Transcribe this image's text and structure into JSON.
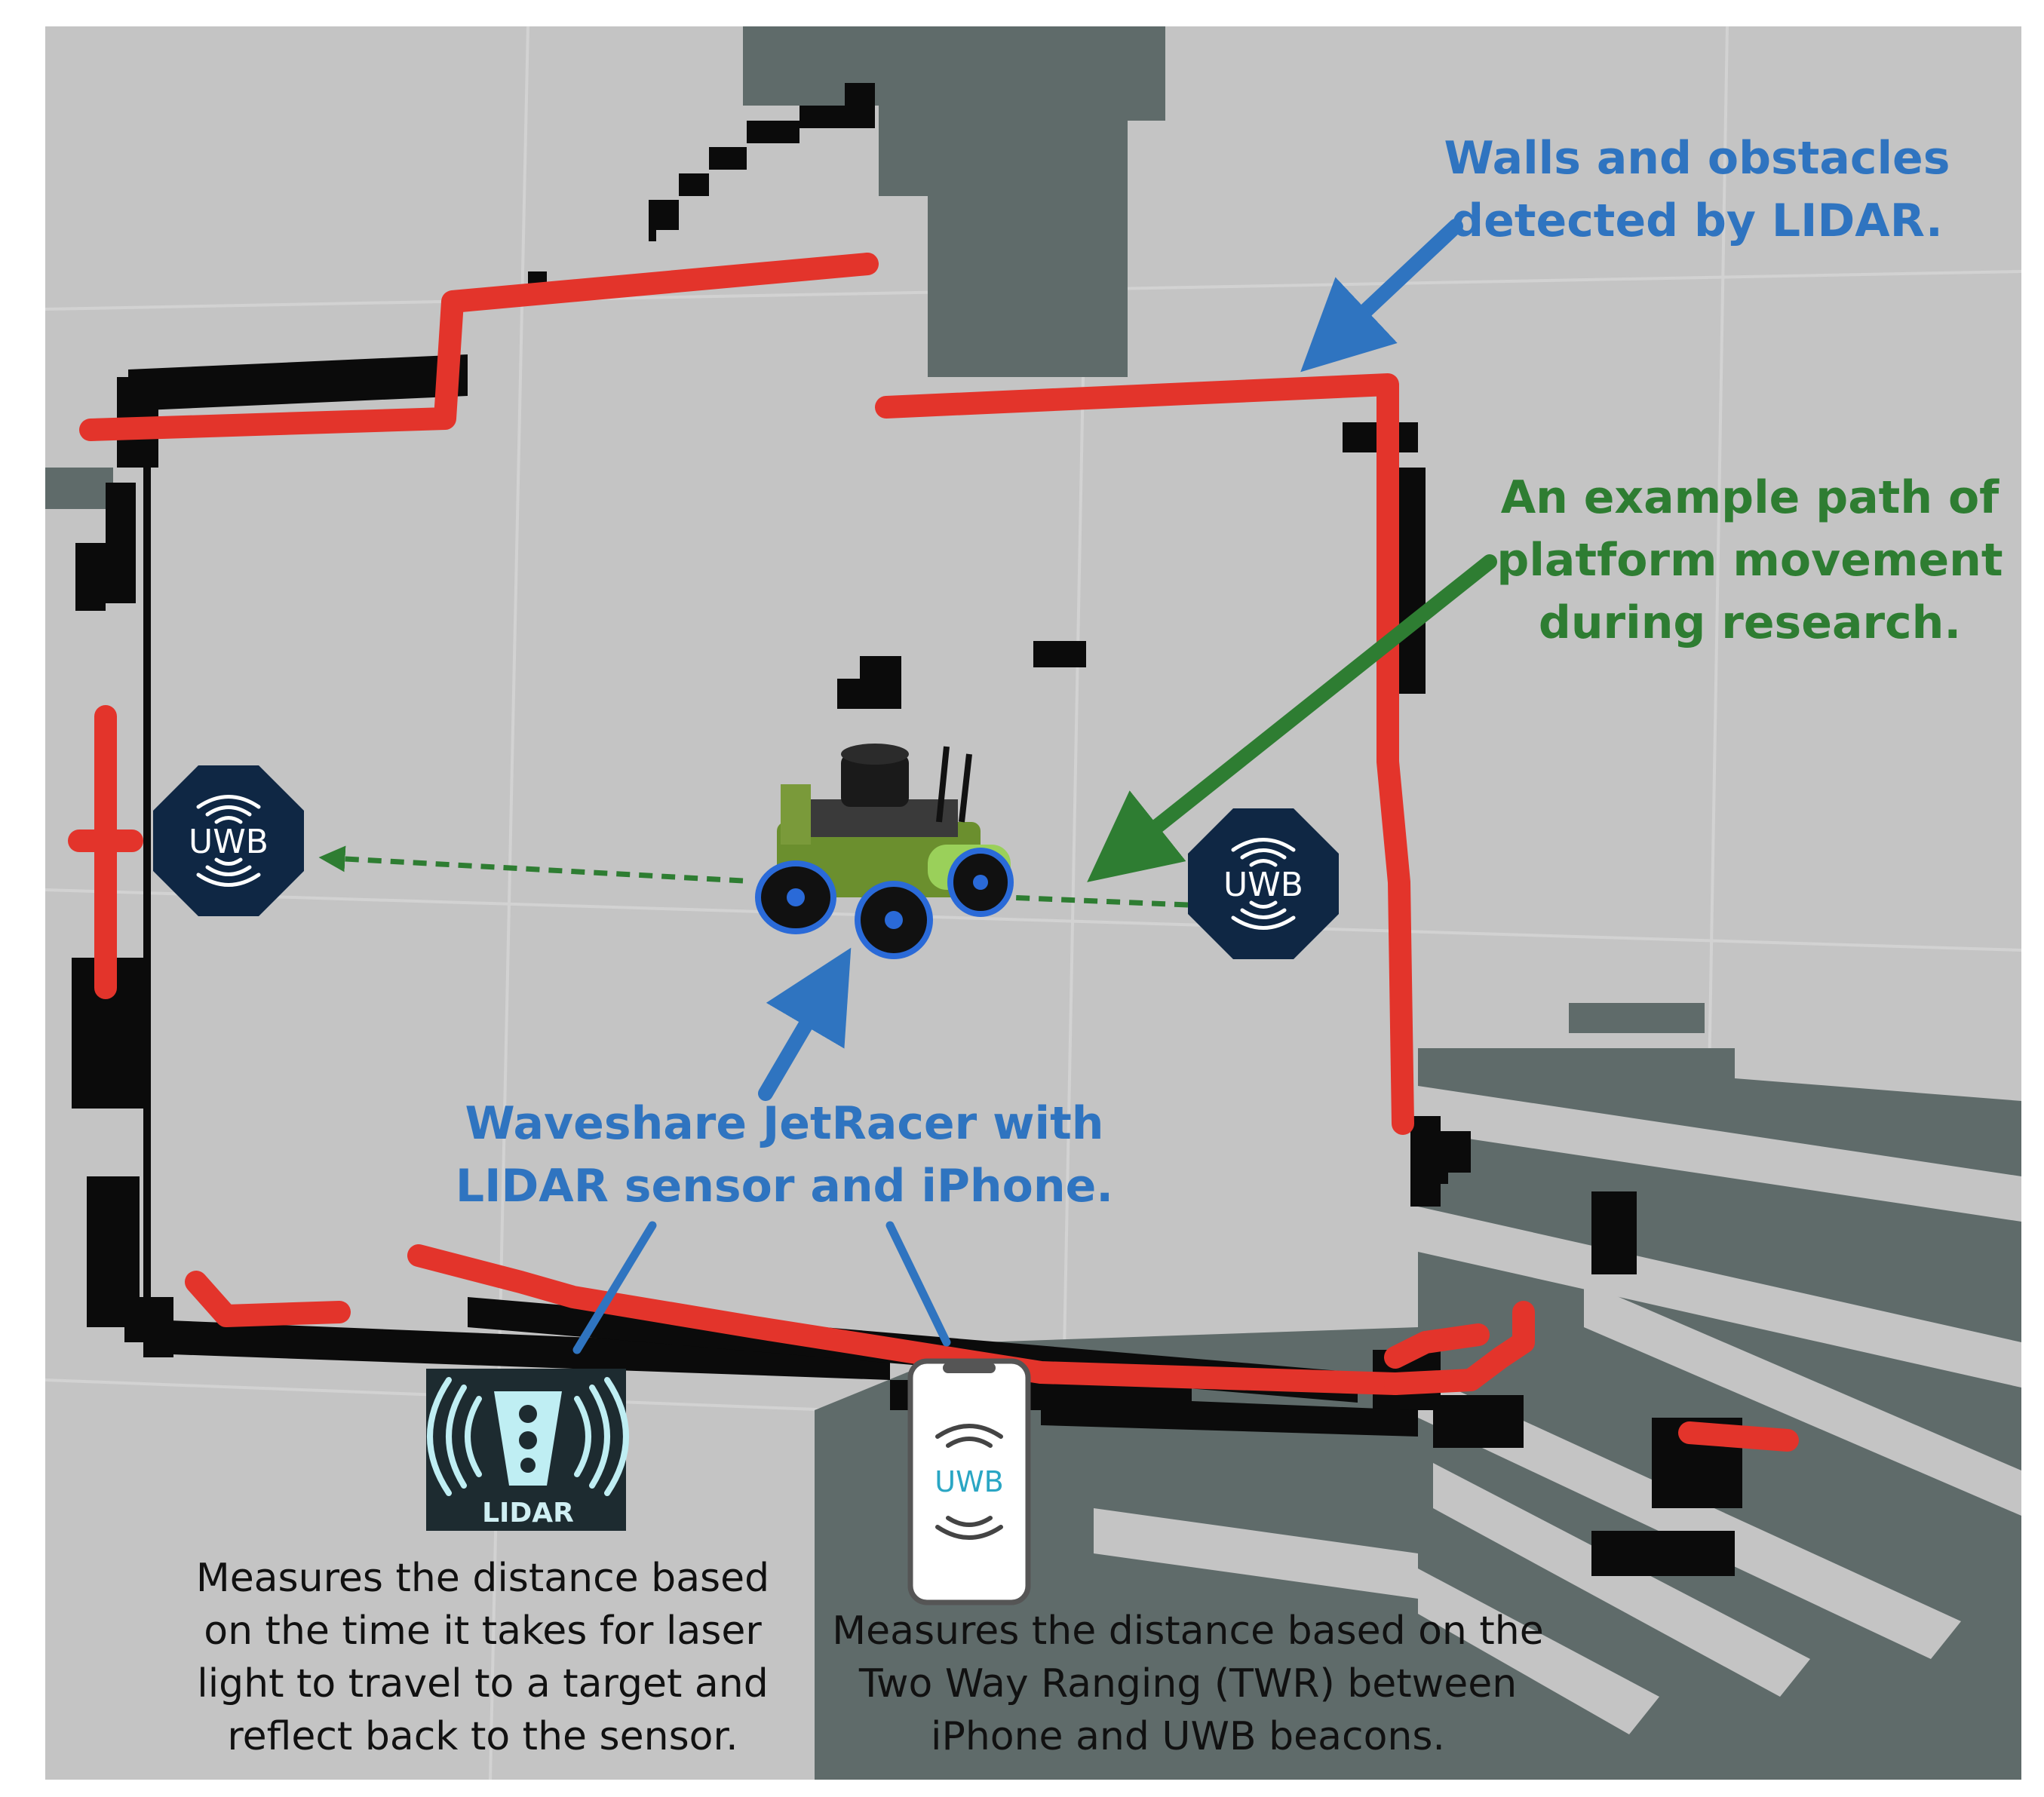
{
  "colors": {
    "map_free": "#c4c4c4",
    "map_unknown": "#5f6b6a",
    "map_obstacle": "#0b0b0b",
    "lidar_scan": "#e3342b",
    "callout_blue": "#2f74c0",
    "callout_green": "#2e7d32",
    "beacon_fill": "#0f2744",
    "lidar_icon_bg": "#1d2b30",
    "lidar_icon_fg": "#bfeef3"
  },
  "callouts": {
    "walls": {
      "line1": "Walls and obstacles",
      "line2": "detected by LIDAR."
    },
    "path": {
      "line1": "An example path of",
      "line2": "platform movement",
      "line3": "during research."
    },
    "platform": {
      "line1": "Waveshare JetRacer with",
      "line2": "LIDAR sensor and iPhone."
    }
  },
  "beacons": {
    "left_label": "UWB",
    "right_label": "UWB"
  },
  "lidar_icon": {
    "label": "LIDAR",
    "icon": "lidar-sensor-icon"
  },
  "phone_icon": {
    "label": "UWB",
    "icon": "smartphone-icon"
  },
  "descriptions": {
    "lidar": {
      "line1": "Measures the distance based",
      "line2": "on the time it takes for laser",
      "line3": "light to travel to a target and",
      "line4": "reflect back to the sensor."
    },
    "uwb": {
      "line1": "Measures the distance based on the",
      "line2": "Two Way Ranging (TWR) between",
      "line3": "iPhone and UWB beacons."
    }
  }
}
